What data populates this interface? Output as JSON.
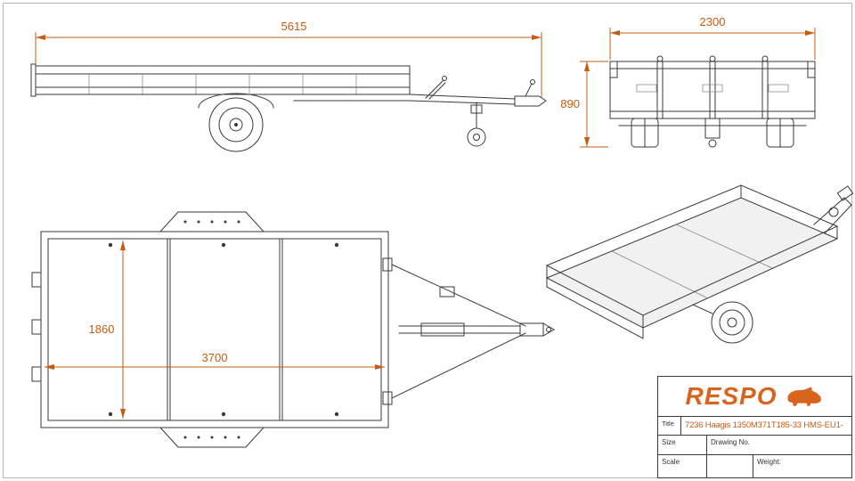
{
  "colors": {
    "dimension": "#C65C11",
    "logo": "#D9641E",
    "line": "#3a3a3a"
  },
  "dims": {
    "side_length": "5615",
    "overall_width": "2300",
    "rear_height": "890",
    "inner_width": "1860",
    "bed_length": "3700"
  },
  "title_block": {
    "logo_text": "RESPO",
    "title_label": "Title",
    "title_value": "7236 Haagis 1350M371T185-33 HMS-EU1-",
    "size_label": "Size",
    "drawing_no_label": "Drawing No.",
    "scale_label": "Scale",
    "weight_label": "Weight:"
  }
}
